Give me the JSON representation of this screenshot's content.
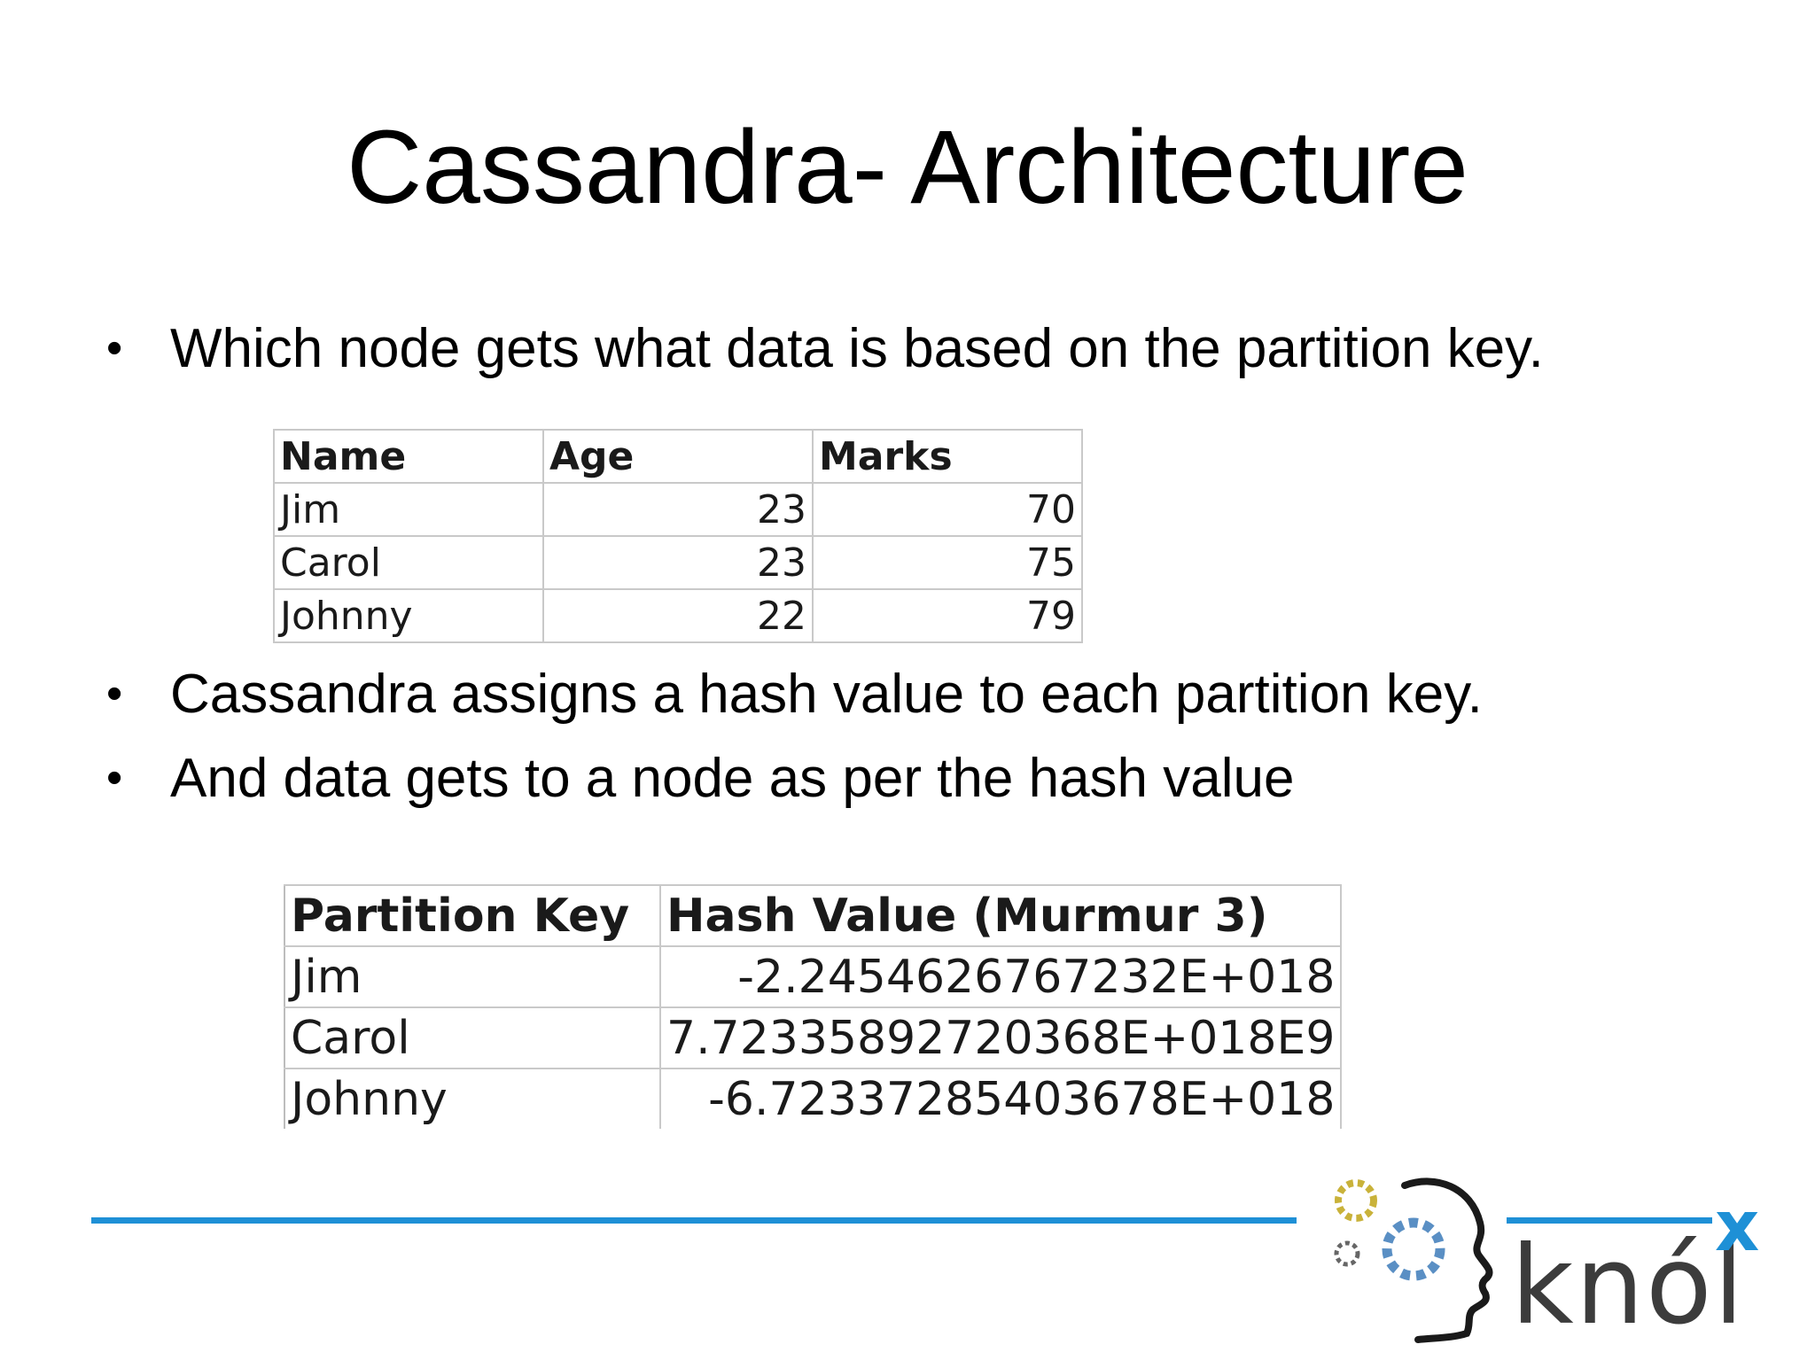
{
  "slide": {
    "title": "Cassandra- Architecture",
    "bullets": [
      "Which node gets what data is based on the partition key.",
      "Cassandra assigns a hash value to each partition key.",
      "And data gets to a node as per the hash value"
    ],
    "bullet_glyph": "•"
  },
  "table1": {
    "headers": [
      "Name",
      "Age",
      "Marks"
    ],
    "rows": [
      [
        "Jim",
        "23",
        "70"
      ],
      [
        "Carol",
        "23",
        "75"
      ],
      [
        "Johnny",
        "22",
        "79"
      ]
    ]
  },
  "table2": {
    "headers": [
      "Partition Key",
      "Hash Value (Murmur 3)"
    ],
    "rows": [
      [
        "Jim",
        "-2.2454626767232E+018"
      ],
      [
        "Carol",
        "7.72335892720368E+018E9"
      ],
      [
        "Johnny",
        "-6.72337285403678E+018"
      ]
    ]
  },
  "footer": {
    "logo_text": "knól",
    "logo_superscript": "x",
    "accent_color": "#1e90d6"
  },
  "icons": [
    "knolx-logo-icon"
  ]
}
